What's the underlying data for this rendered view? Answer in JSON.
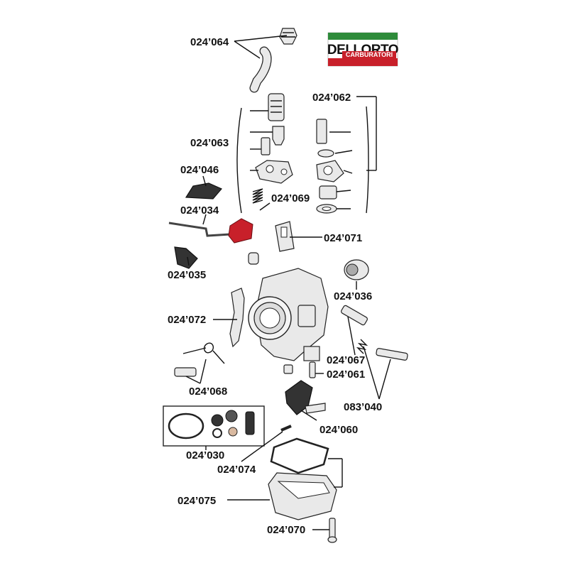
{
  "logo": {
    "brand": "DELLORTO",
    "subtitle": "CARBURATORI",
    "colors": {
      "green": "#2e8b3a",
      "white": "#ffffff",
      "red": "#c8202a"
    }
  },
  "parts": [
    {
      "id": "p1",
      "code": "024’064"
    },
    {
      "id": "p2",
      "code": "024’062"
    },
    {
      "id": "p3",
      "code": "024’063"
    },
    {
      "id": "p4",
      "code": "024’046"
    },
    {
      "id": "p5",
      "code": "024’069"
    },
    {
      "id": "p6",
      "code": "024’034"
    },
    {
      "id": "p7",
      "code": "024’071"
    },
    {
      "id": "p8",
      "code": "024’035"
    },
    {
      "id": "p9",
      "code": "024’036"
    },
    {
      "id": "p10",
      "code": "024’072"
    },
    {
      "id": "p11",
      "code": "024’067"
    },
    {
      "id": "p12",
      "code": "024’061"
    },
    {
      "id": "p13",
      "code": "024’068"
    },
    {
      "id": "p14",
      "code": "083’040"
    },
    {
      "id": "p15",
      "code": "024’060"
    },
    {
      "id": "p16",
      "code": "024’030"
    },
    {
      "id": "p17",
      "code": "024’074"
    },
    {
      "id": "p18",
      "code": "024’075"
    },
    {
      "id": "p19",
      "code": "024’070"
    }
  ]
}
